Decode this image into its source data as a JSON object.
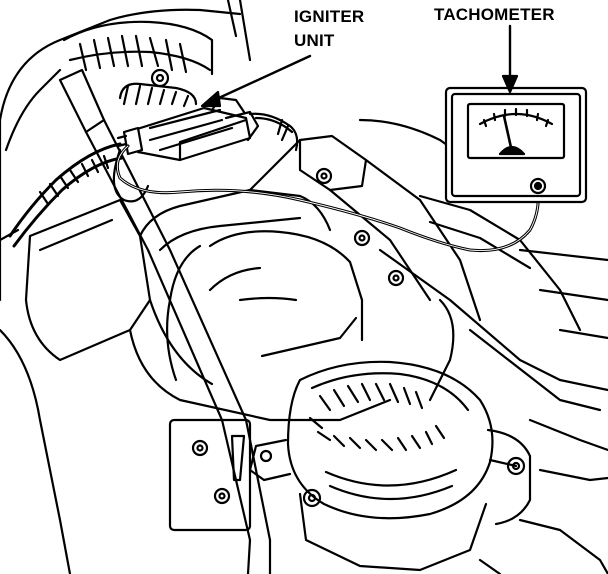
{
  "labels": {
    "igniter_unit_line1": "IGNITER",
    "igniter_unit_line2": "UNIT",
    "tachometer": "TACHOMETER"
  },
  "colors": {
    "ink": "#000000",
    "paper": "#ffffff"
  }
}
